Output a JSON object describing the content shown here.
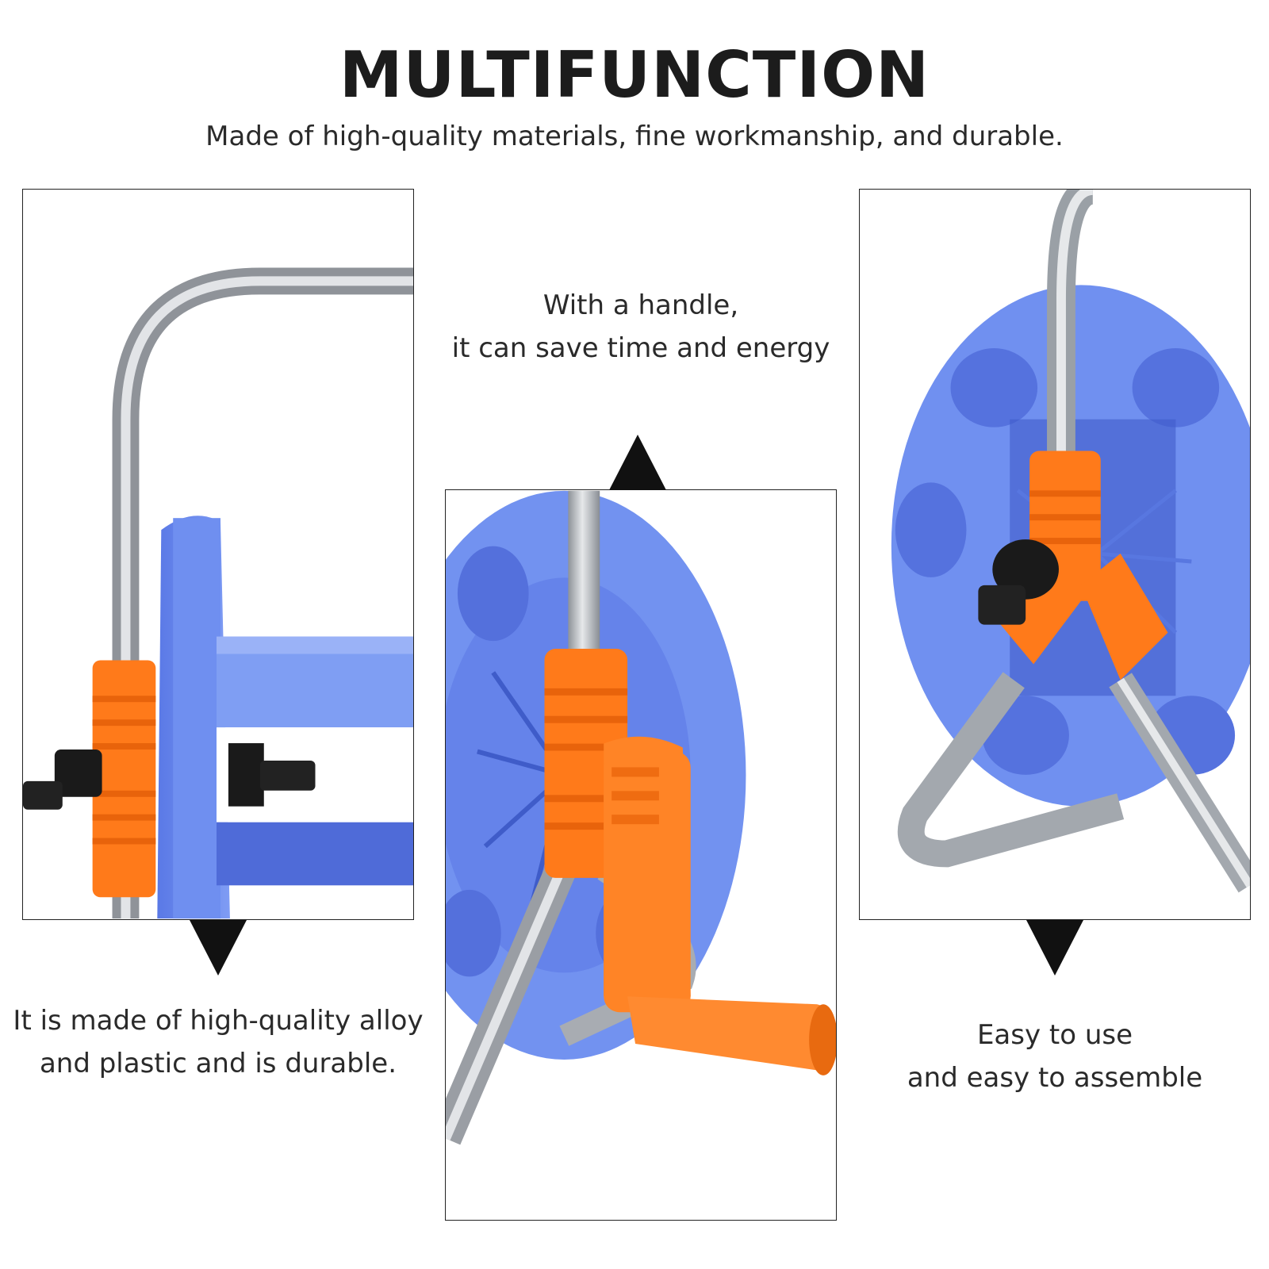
{
  "heading": {
    "title": "MULTIFUNCTION",
    "subtitle": "Made of high-quality materials, fine workmanship, and durable."
  },
  "features": [
    {
      "line1": "It is made of high-quality alloy",
      "line2": "and plastic and is durable.",
      "photo_subject": "hose reel side view with steel handle, orange connector and black quick coupler"
    },
    {
      "line1": "With a handle,",
      "line2": "it can save time and energy",
      "photo_subject": "hose reel crank handle close-up"
    },
    {
      "line1": "Easy to use",
      "line2": "and easy to assemble",
      "photo_subject": "hose reel front view with steel frame and orange joint"
    }
  ],
  "colors": {
    "reel_blue": "#6f8ff0",
    "reel_blue_dark": "#4a66d6",
    "connector_orange": "#ff7a1a",
    "steel": "#b8bcc2",
    "coupler_black": "#1a1a1a",
    "arrow": "#111111"
  }
}
